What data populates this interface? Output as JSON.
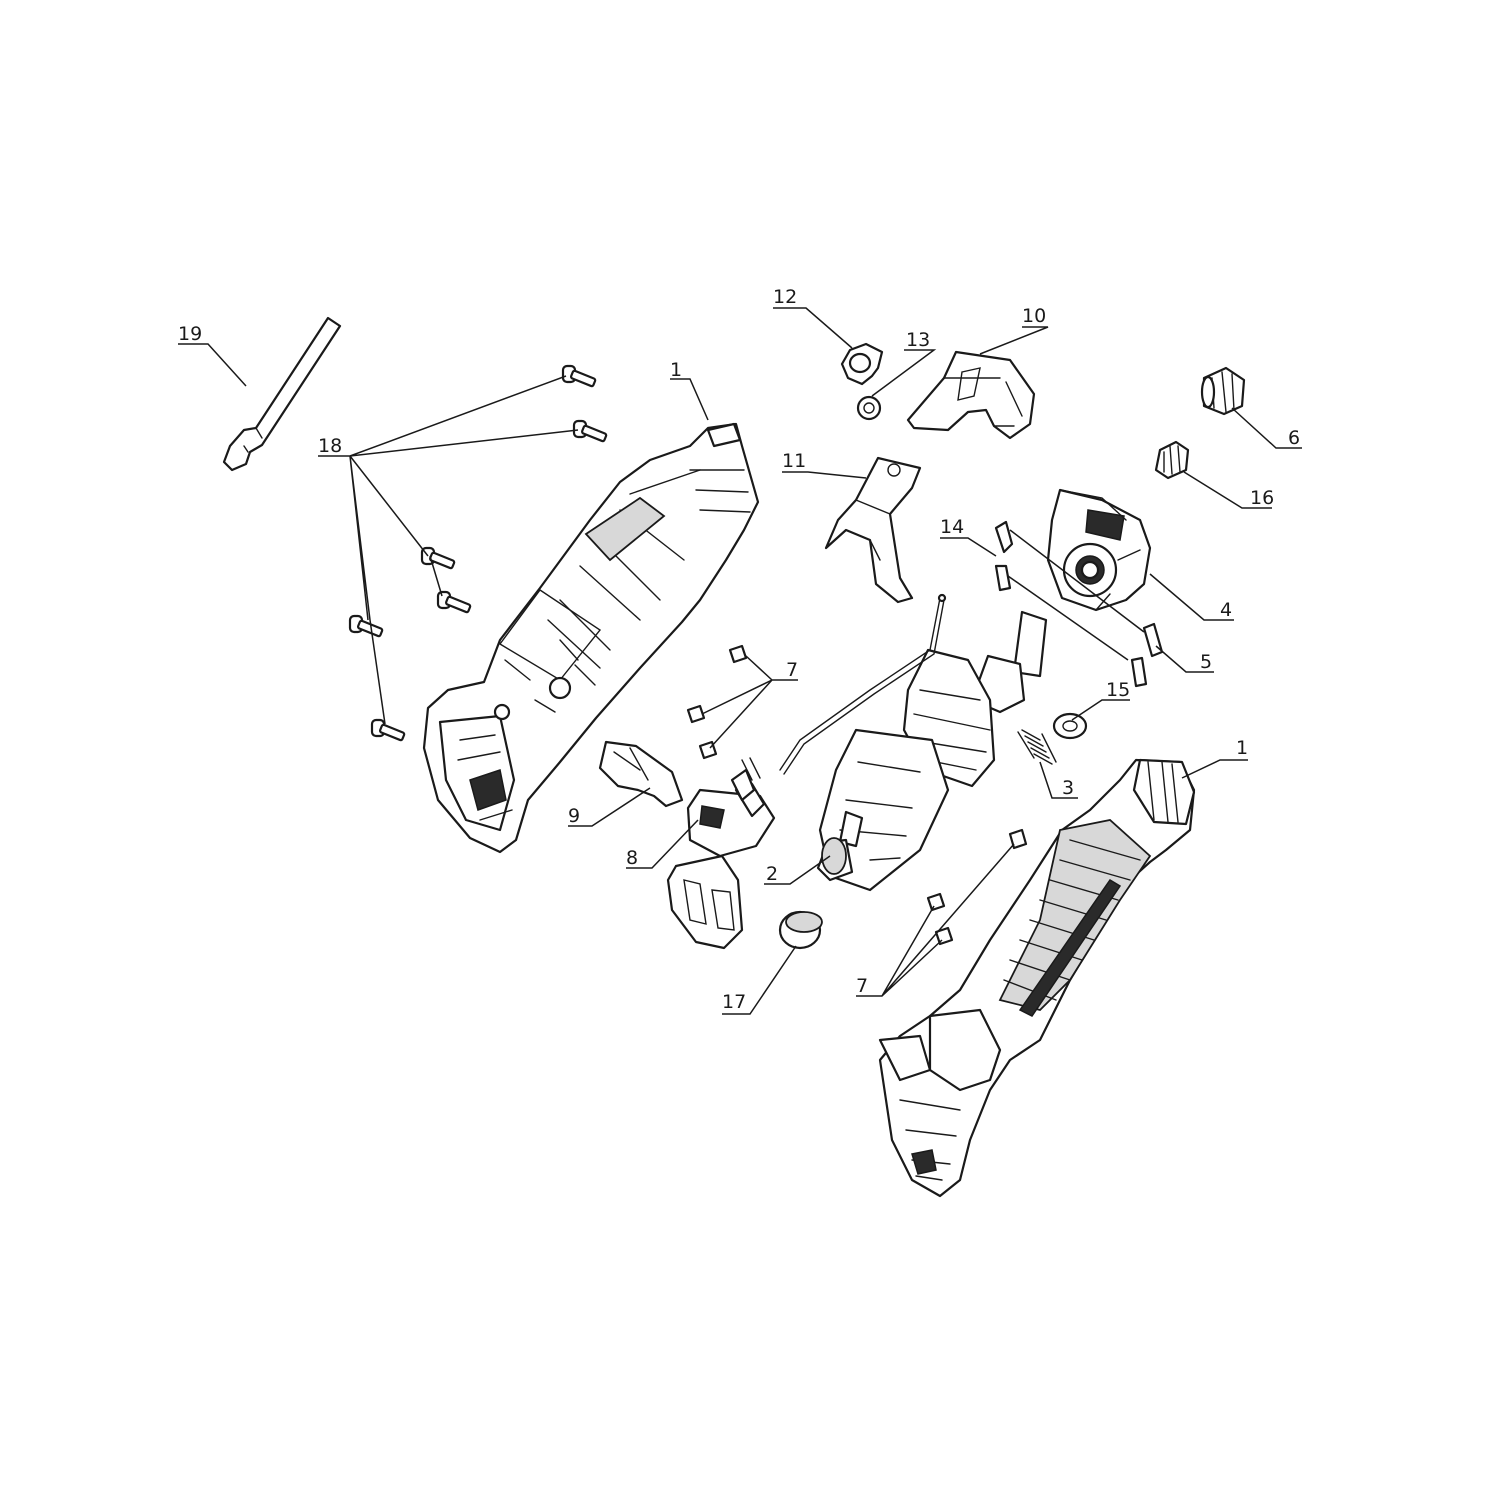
{
  "colors": {
    "ink": "#1a1a1a",
    "paper": "#ffffff",
    "shade": "#d8d8d8"
  },
  "callouts": {
    "c19": "19",
    "c18": "18",
    "c1_left": "1",
    "c12": "12",
    "c13": "13",
    "c10": "10",
    "c11": "11",
    "c6": "6",
    "c16": "16",
    "c14": "14",
    "c4": "4",
    "c5": "5",
    "c15": "15",
    "c7_upper": "7",
    "c9": "9",
    "c8": "8",
    "c2": "2",
    "c3": "3",
    "c1_right": "1",
    "c17": "17",
    "c7_lower": "7"
  }
}
